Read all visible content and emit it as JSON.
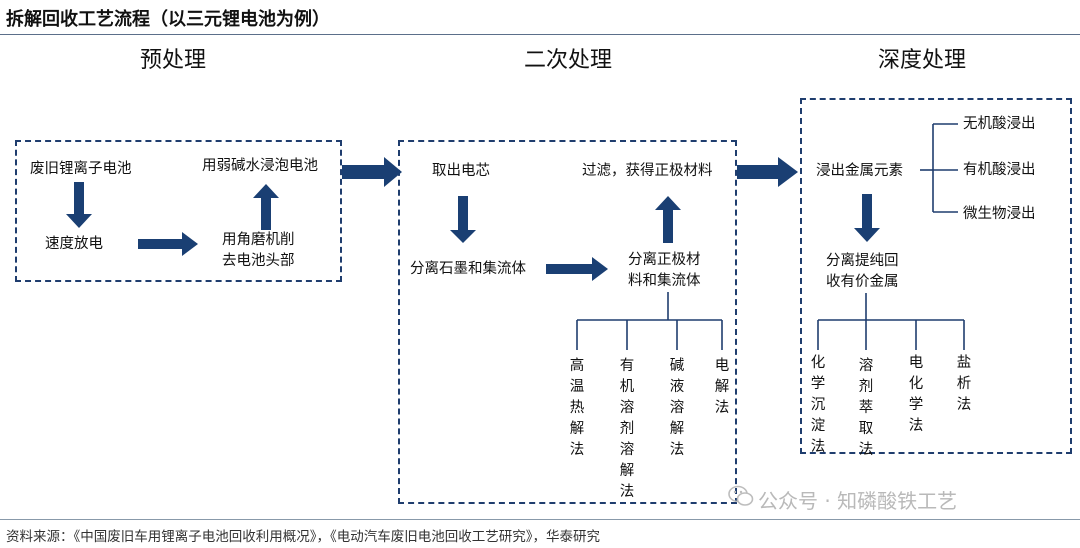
{
  "title": "拆解回收工艺流程（以三元锂电池为例）",
  "stages": {
    "pre": "预处理",
    "secondary": "二次处理",
    "deep": "深度处理"
  },
  "pre": {
    "waste_battery": "废旧锂离子电池",
    "fast_discharge": "速度放电",
    "cut_line1": "用角磨机削",
    "cut_line2": "去电池头部",
    "leach": "用弱碱水浸泡电池"
  },
  "secondary": {
    "take_core": "取出电芯",
    "separate_graphite": "分离石墨和集流体",
    "sep_cathode_line1": "分离正极材",
    "sep_cathode_line2": "料和集流体",
    "filter": "过滤，获得正极材料",
    "methods": [
      "高温热解法",
      "有机溶剂溶解法",
      "碱液溶解法",
      "电解法"
    ]
  },
  "deep": {
    "leach_metal": "浸出金属元素",
    "leach_types": [
      "无机酸浸出",
      "有机酸浸出",
      "微生物浸出"
    ],
    "purify_line1": "分离提纯回",
    "purify_line2": "收有价金属",
    "methods": [
      "化学沉淀法",
      "溶剂萃取法",
      "电化学法",
      "盐析法"
    ]
  },
  "source": "资料来源：《中国废旧车用锂离子电池回收利用概况》，《电动汽车废旧电池回收工艺研究》，华泰研究",
  "watermark": "公众号 · 知磷酸铁工艺",
  "colors": {
    "arrow": "#1a3f73",
    "line": "#1f3d6e",
    "box_border": "#1f3d6e"
  },
  "icons": {
    "watermark_icon": "wechat-icon"
  }
}
